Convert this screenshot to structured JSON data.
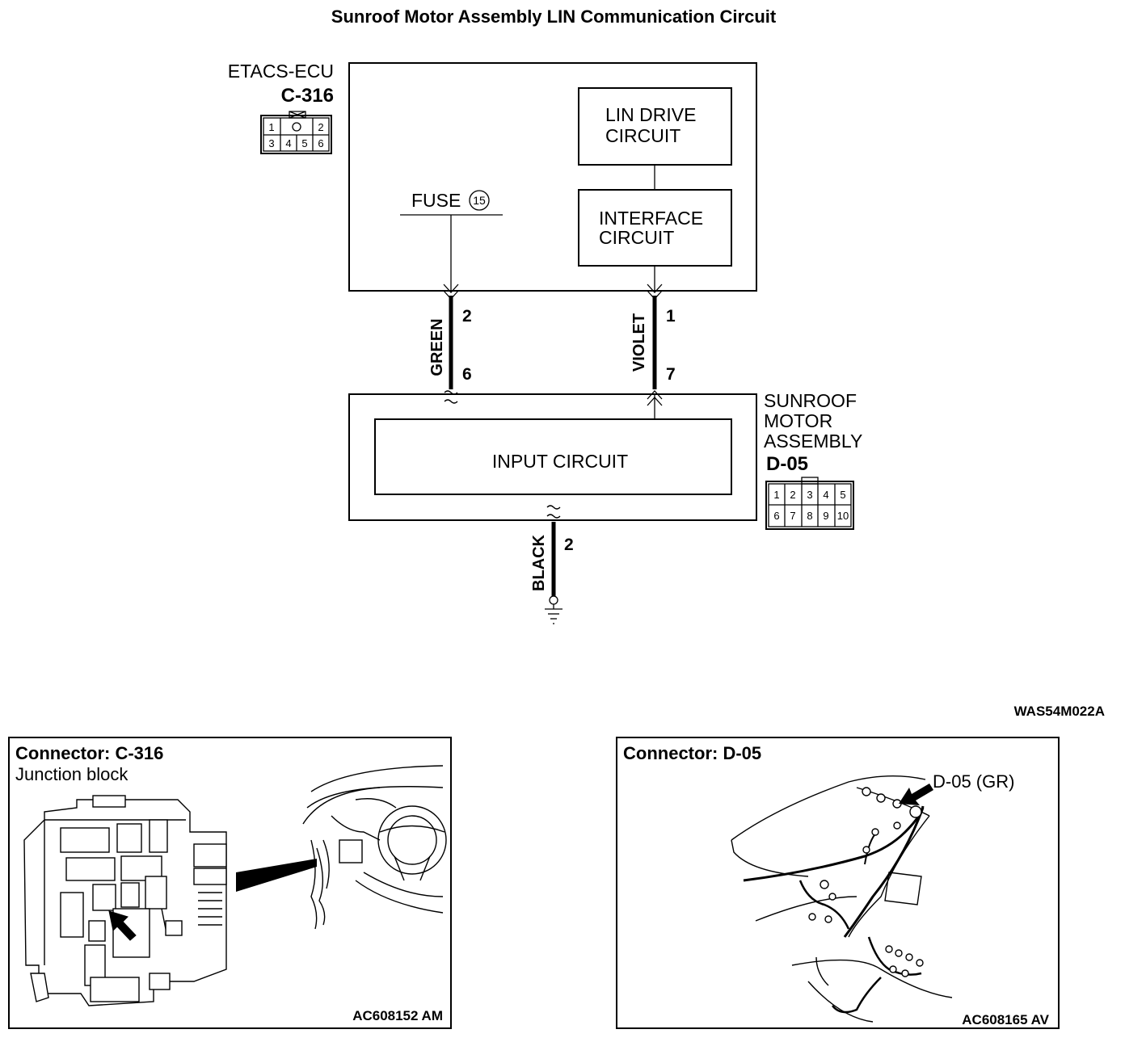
{
  "title": "Sunroof Motor Assembly LIN Communication Circuit",
  "figure_code": "WAS54M022A",
  "etacs": {
    "name": "ETACS-ECU",
    "connector": "C-316",
    "connector_pins": [
      "1",
      "2",
      "3",
      "4",
      "5",
      "6"
    ],
    "lin_drive": [
      "LIN DRIVE",
      "CIRCUIT"
    ],
    "interface": [
      "INTERFACE",
      "CIRCUIT"
    ],
    "fuse_label": "FUSE",
    "fuse_number": "15"
  },
  "wires": {
    "green": {
      "color": "GREEN",
      "pin_top": "2",
      "pin_bottom": "6"
    },
    "violet": {
      "color": "VIOLET",
      "pin_top": "1",
      "pin_bottom": "7"
    },
    "black": {
      "color": "BLACK",
      "pin": "2"
    }
  },
  "sunroof": {
    "name_lines": [
      "SUNROOF",
      "MOTOR",
      "ASSEMBLY"
    ],
    "connector": "D-05",
    "connector_pins": [
      "1",
      "2",
      "3",
      "4",
      "5",
      "6",
      "7",
      "8",
      "9",
      "10"
    ],
    "input_circuit": "INPUT CIRCUIT"
  },
  "panels": {
    "left": {
      "title": "Connector: C-316",
      "subtitle": "Junction block",
      "code": "AC608152 AM"
    },
    "right": {
      "title": "Connector: D-05",
      "callout": "D-05 (GR)",
      "code": "AC608165 AV"
    }
  }
}
